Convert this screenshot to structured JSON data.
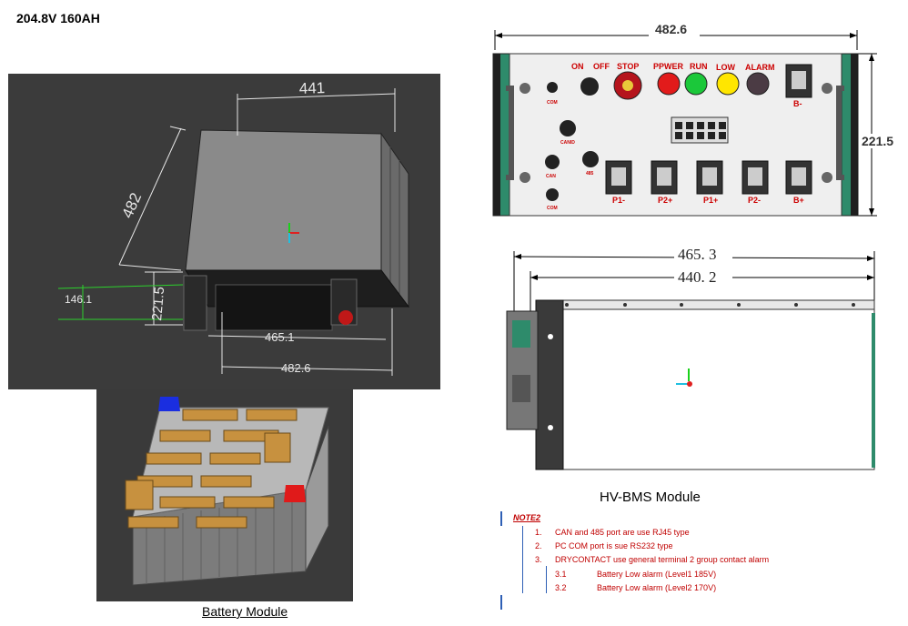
{
  "title": "204.8V 160AH",
  "iso_view": {
    "dim_441": "441",
    "dim_482": "482",
    "dim_146": "146.1",
    "dim_221": "221.5",
    "dim_465": "465.1",
    "dim_4826": "482.6"
  },
  "battery_caption": "Battery Module",
  "panel": {
    "width_dim": "482.6",
    "height_dim": "221.5",
    "labels": {
      "on": "ON",
      "off": "OFF",
      "stop": "STOP",
      "power": "PPWER",
      "run": "RUN",
      "low": "LOW",
      "alarm": "ALARM",
      "com_top": "COM",
      "canid": "CANID",
      "can": "CAN",
      "rs485": "485",
      "com_bottom": "COM",
      "bminus": "B-",
      "p1minus": "P1-",
      "p2plus": "P2+",
      "p1plus": "P1+",
      "p2minus": "P2-",
      "bplus": "B+"
    },
    "colors": {
      "power": "#e21b1b",
      "run": "#1bc83a",
      "low": "#ffe600",
      "alarm": "#4b3b44",
      "stop": "#b5141c"
    }
  },
  "side": {
    "dim_465": "465. 3",
    "dim_440": "440. 2"
  },
  "hv_caption": "HV-BMS Module",
  "notes": {
    "heading": "NOTE2",
    "items": [
      {
        "num": "1.",
        "text": "CAN and 485 port are use RJ45 type"
      },
      {
        "num": "2.",
        "text": "PC COM port is sue  RS232 type"
      },
      {
        "num": "3.",
        "text": "DRYCONTACT use general terminal 2 group contact alarm"
      }
    ],
    "subitems": [
      {
        "num": "3.1",
        "text": "Battery Low alarm (Level1  185V)"
      },
      {
        "num": "3.2",
        "text": "Battery Low alarm (Level2  170V)"
      }
    ]
  }
}
